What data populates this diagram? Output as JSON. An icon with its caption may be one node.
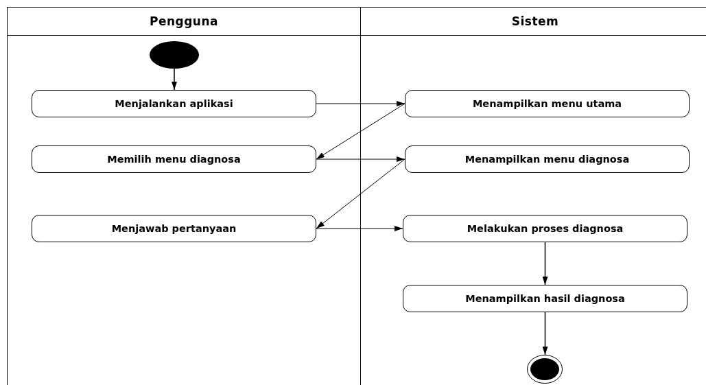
{
  "diagram": {
    "nodes": [
      {
        "text": [
          "Pengguna"
        ]
      },
      {
        "text": [
          "Sistem"
        ]
      },
      {
        "text": [],
        "shape": "circle",
        "in": 0
      },
      {
        "text": [
          "Menjalankan aplikasi"
        ],
        "in": 0
      },
      {
        "text": [
          "Memilih menu diagnosa"
        ],
        "in": 0
      },
      {
        "text": [
          "Menjawab pertanyaan"
        ],
        "in": 0
      },
      {
        "text": [
          "Menampilkan menu utama"
        ],
        "in": 1
      },
      {
        "text": [
          "Menampilkan menu diagnosa"
        ],
        "in": 1
      },
      {
        "text": [
          "Melakukan proses diagnosa"
        ],
        "in": 1
      },
      {
        "text": [
          "Menampilkan hasil diagnosa"
        ],
        "in": 1
      },
      {
        "text": [],
        "shape": "end-circle",
        "in": 1
      }
    ],
    "edges": [
      {
        "from": 2,
        "to": 3,
        "arrow": "to"
      },
      {
        "from": 3,
        "to": 6,
        "arrow": "to"
      },
      {
        "from": 6,
        "to": 4,
        "arrow": "to"
      },
      {
        "from": 4,
        "to": 7,
        "arrow": "to"
      },
      {
        "from": 7,
        "to": 5,
        "arrow": "to"
      },
      {
        "from": 5,
        "to": 8,
        "arrow": "to"
      },
      {
        "from": 8,
        "to": 9,
        "arrow": "to"
      },
      {
        "from": 9,
        "to": 10,
        "arrow": "to"
      }
    ]
  }
}
